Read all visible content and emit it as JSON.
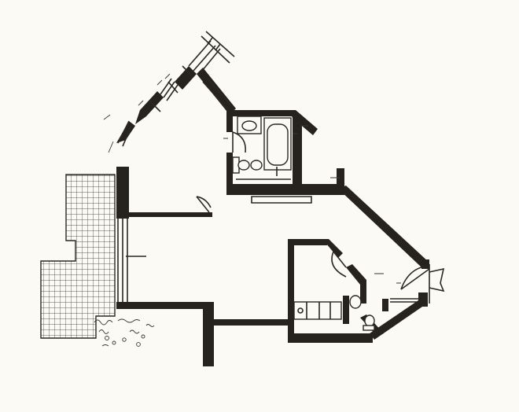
{
  "drawing": {
    "type": "architectural floor plan",
    "style": "hand-drawn ink sketch",
    "colors": {
      "paper": "#fbfaf4",
      "ink": "#26231f"
    },
    "fixtures": {
      "bath1": [
        "washbasin-icon",
        "bathtub-icon",
        "toilet-icon",
        "bidet-icon"
      ],
      "bath2": [
        "washbasin-icon",
        "toilet-icon"
      ],
      "kitchen": [
        "kitchen-counter-icon"
      ]
    },
    "doors": [
      "living-door",
      "bathroom-door",
      "service-door",
      "entrance-door"
    ],
    "exterior": [
      "paved-terrace",
      "planting-area"
    ]
  }
}
